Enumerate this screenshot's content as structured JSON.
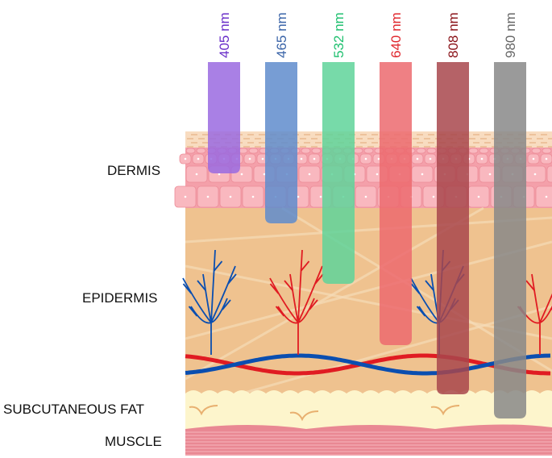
{
  "layers": [
    {
      "name": "DERMIS"
    },
    {
      "name": "EPIDERMIS"
    },
    {
      "name": "SUBCUTANEOUS FAT"
    },
    {
      "name": "MUSCLE"
    }
  ],
  "wavelengths": [
    {
      "label": "405 nm",
      "text_color": "#6a2fc9",
      "bar_color": "#9a6ae0"
    },
    {
      "label": "465 nm",
      "text_color": "#3a64a8",
      "bar_color": "#5f8ccc"
    },
    {
      "label": "532 nm",
      "text_color": "#20c070",
      "bar_color": "#5fd49a"
    },
    {
      "label": "640 nm",
      "text_color": "#e0282e",
      "bar_color": "#ec6a6e"
    },
    {
      "label": "808 nm",
      "text_color": "#8a1218",
      "bar_color": "#a8474c"
    },
    {
      "label": "980 nm",
      "text_color": "#666666",
      "bar_color": "#888888"
    }
  ],
  "colors": {
    "stratum": "#f8dcc0",
    "cells": "#f9b8bf",
    "dermis": "#efc28f",
    "fat": "#fdf5cc",
    "muscle": "#e98893",
    "artery": "#e01b22",
    "vein": "#0a4eb0"
  }
}
